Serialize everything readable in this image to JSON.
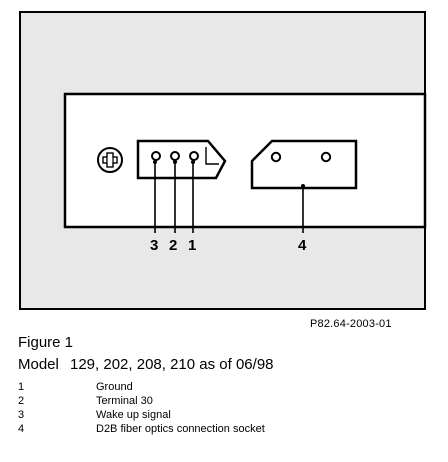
{
  "diagram": {
    "callouts": [
      {
        "id": "3",
        "label": "3"
      },
      {
        "id": "2",
        "label": "2"
      },
      {
        "id": "1",
        "label": "1"
      },
      {
        "id": "4",
        "label": "4"
      }
    ]
  },
  "reference": "P82.64-2003-01",
  "figure_title": "Figure 1",
  "model": {
    "label": "Model",
    "value": "129, 202, 208, 210 as of 06/98"
  },
  "legend": [
    {
      "num": "1",
      "text": "Ground"
    },
    {
      "num": "2",
      "text": "Terminal 30"
    },
    {
      "num": "3",
      "text": "Wake up signal"
    },
    {
      "num": "4",
      "text": "D2B fiber optics connection socket"
    }
  ]
}
